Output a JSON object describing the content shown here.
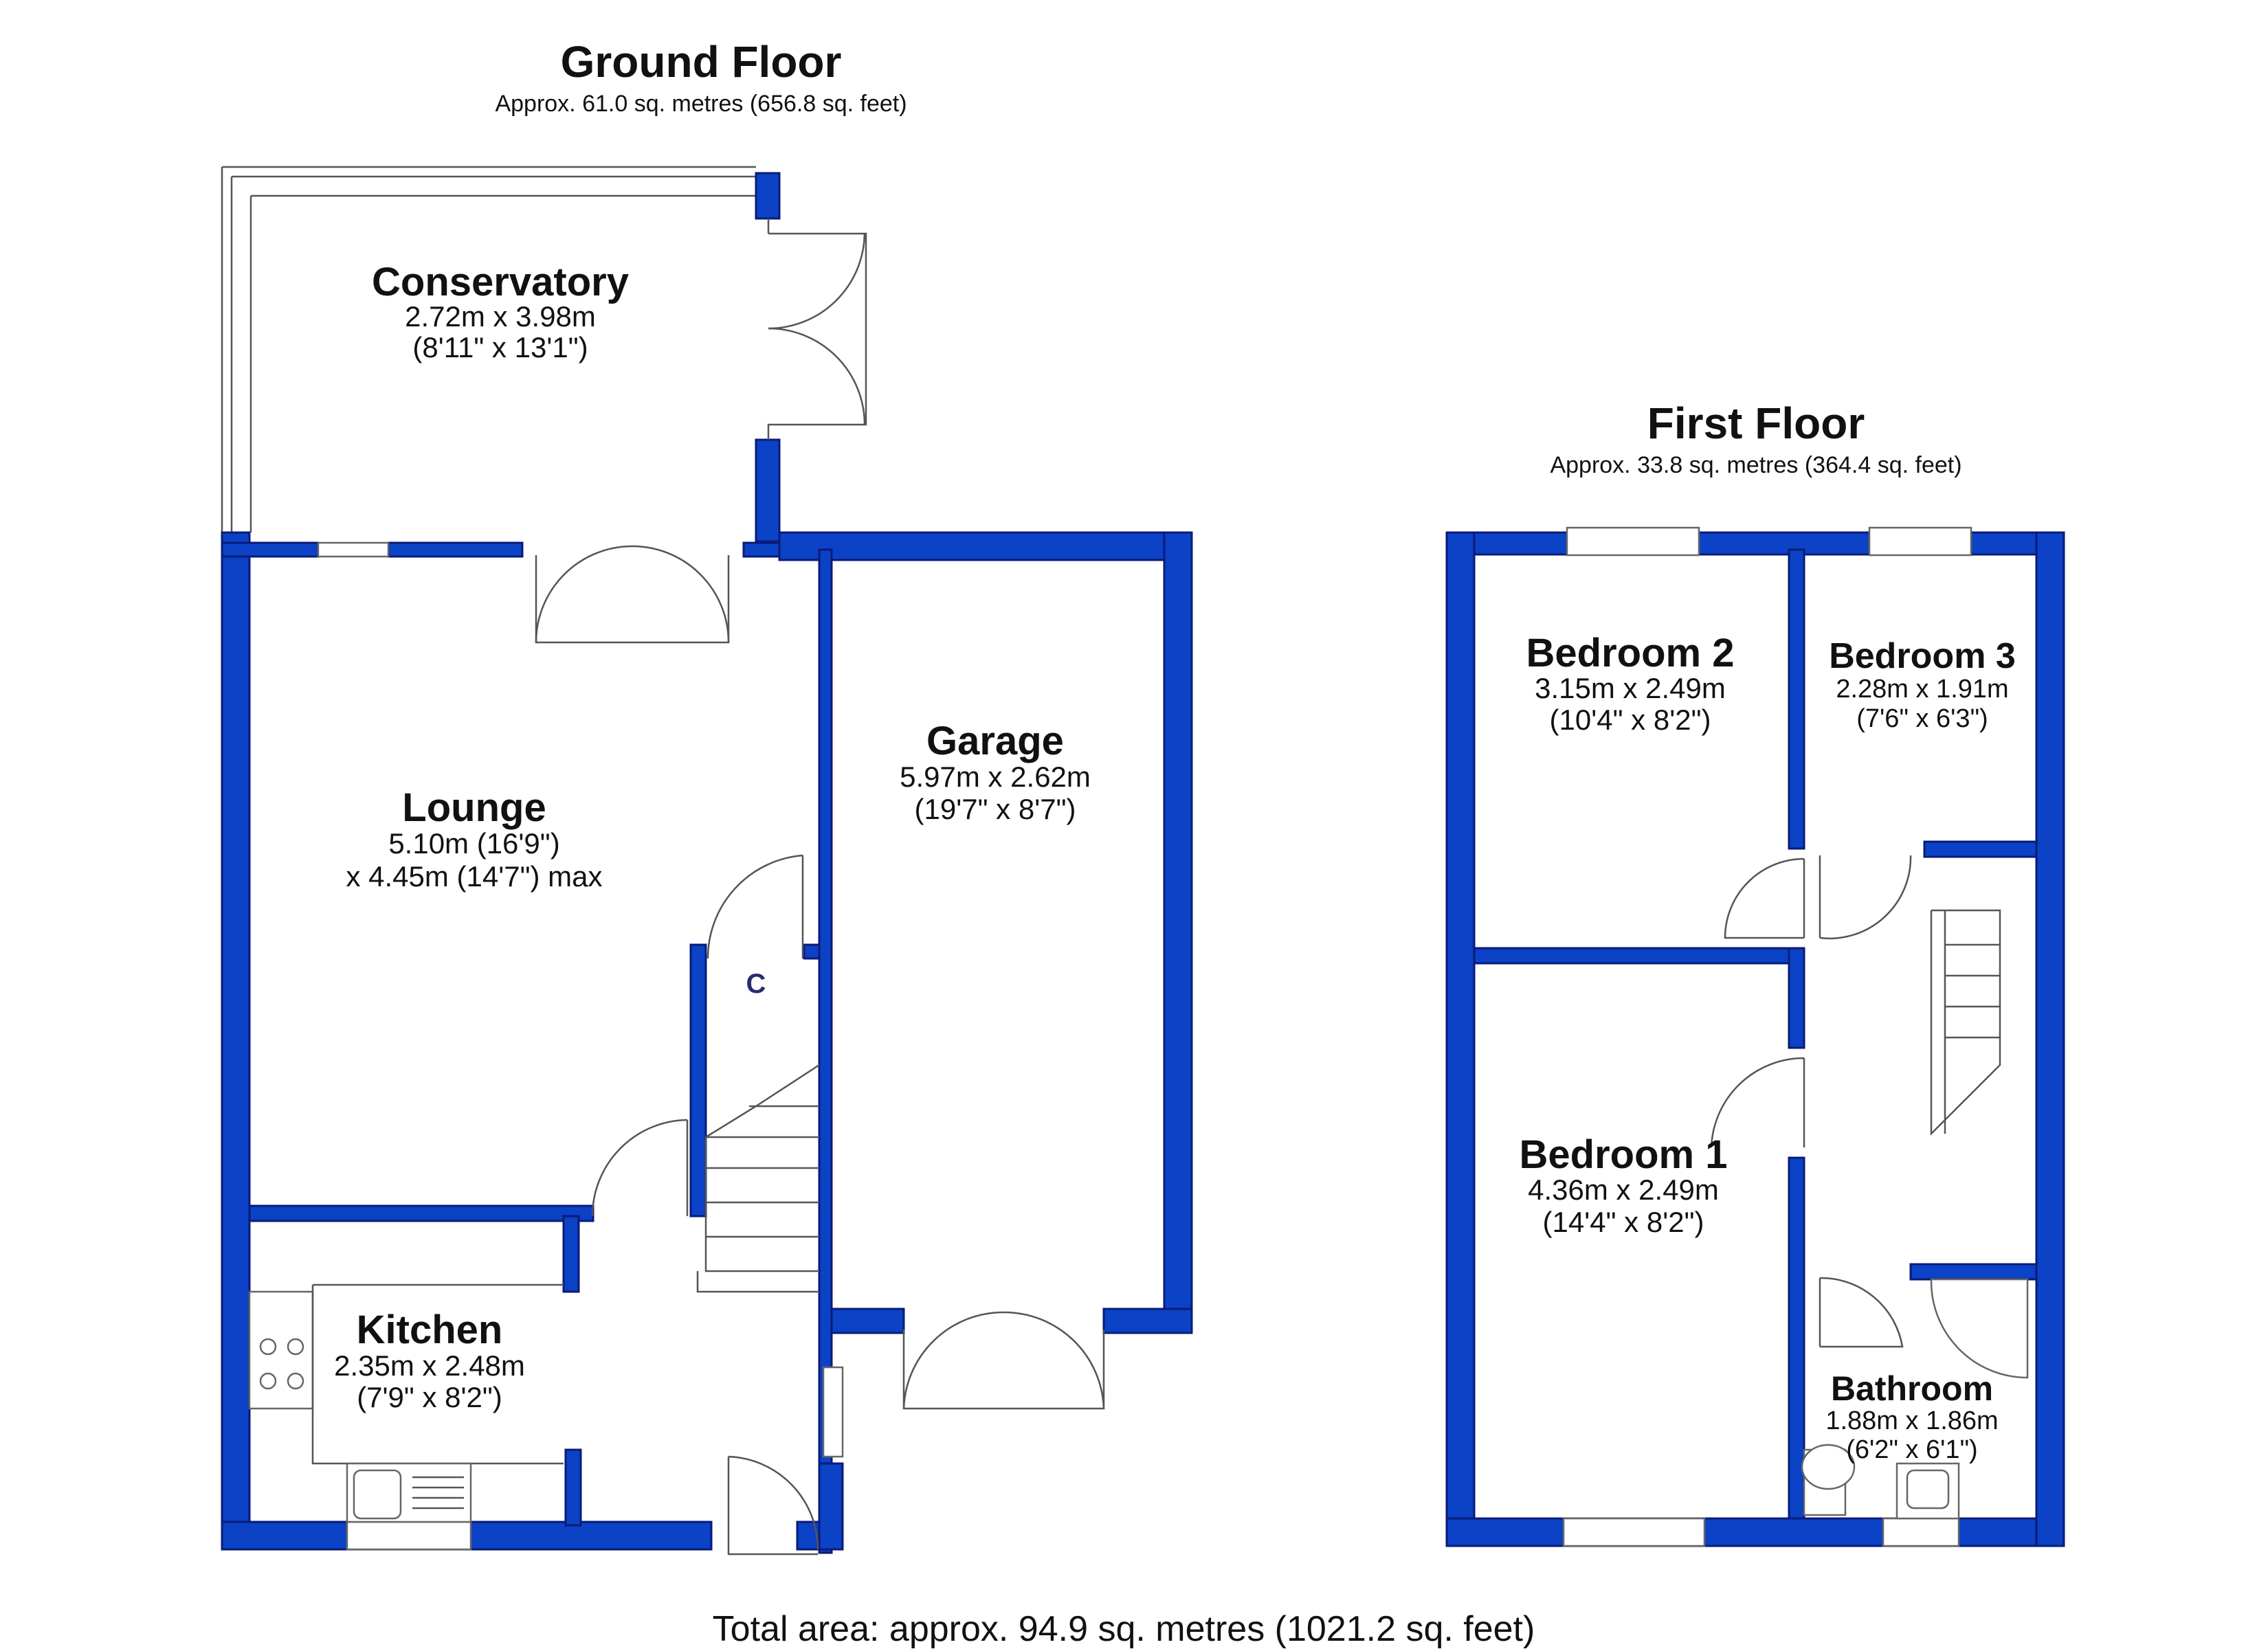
{
  "ground_floor": {
    "title": "Ground Floor",
    "area": "Approx. 61.0 sq. metres (656.8 sq. feet)",
    "rooms": {
      "conservatory": {
        "name": "Conservatory",
        "dim1": "2.72m x 3.98m",
        "dim2": "(8'11\" x 13'1\")"
      },
      "lounge": {
        "name": "Lounge",
        "dim1": "5.10m (16'9\")",
        "dim2": "x 4.45m (14'7\") max"
      },
      "garage": {
        "name": "Garage",
        "dim1": "5.97m x 2.62m",
        "dim2": "(19'7\" x 8'7\")"
      },
      "kitchen": {
        "name": "Kitchen",
        "dim1": "2.35m x 2.48m",
        "dim2": "(7'9\" x 8'2\")"
      },
      "cupboard": {
        "label": "C"
      }
    }
  },
  "first_floor": {
    "title": "First Floor",
    "area": "Approx. 33.8 sq. metres (364.4 sq. feet)",
    "rooms": {
      "bedroom2": {
        "name": "Bedroom 2",
        "dim1": "3.15m x 2.49m",
        "dim2": "(10'4\" x 8'2\")"
      },
      "bedroom3": {
        "name": "Bedroom 3",
        "dim1": "2.28m x 1.91m",
        "dim2": "(7'6\" x 6'3\")"
      },
      "bedroom1": {
        "name": "Bedroom 1",
        "dim1": "4.36m x 2.49m",
        "dim2": "(14'4\" x 8'2\")"
      },
      "bathroom": {
        "name": "Bathroom",
        "dim1": "1.88m x 1.86m",
        "dim2": "(6'2\" x 6'1\")"
      }
    }
  },
  "total_area": "Total area: approx. 94.9 sq. metres (1021.2 sq. feet)",
  "colors": {
    "wall": "#0b42c6",
    "wall_edge": "#0a1b78",
    "background": "#ffffff"
  }
}
